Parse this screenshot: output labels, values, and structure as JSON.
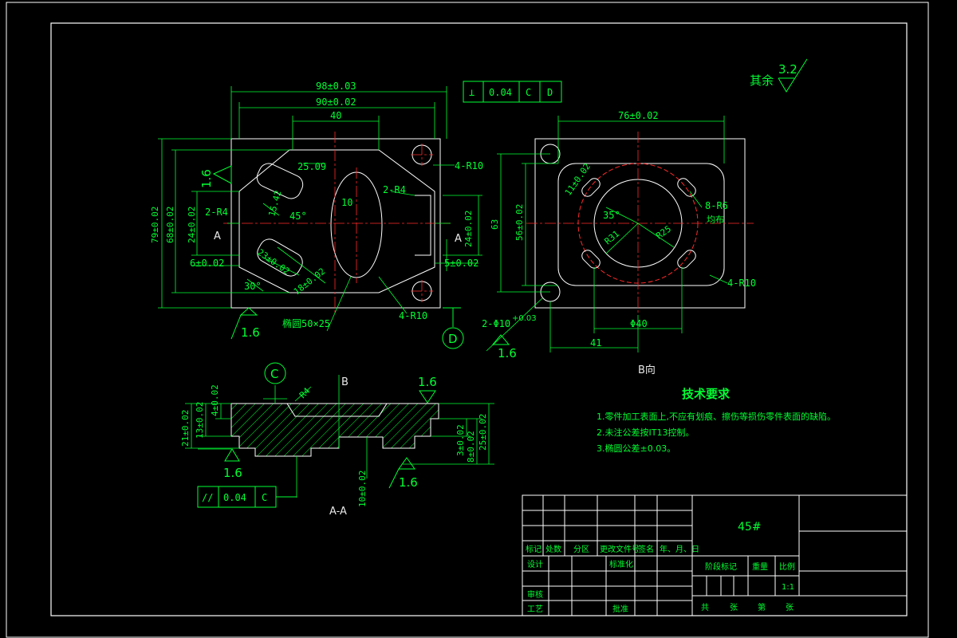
{
  "colors": {
    "background": "#000000",
    "outline": "#ffffff",
    "dimension": "#00ff33",
    "centerline": "#ff2a2a",
    "hatch": "#00ff33"
  },
  "roughness_general": {
    "label": "其余",
    "value": "3.2"
  },
  "front_view": {
    "dims_top": [
      "98±0.03",
      "90±0.02",
      "40"
    ],
    "dims_left": [
      "79±0.02",
      "68±0.02",
      "24±0.02",
      "6±0.02"
    ],
    "dims_right": [
      "24±0.02",
      "5±0.02"
    ],
    "inner": [
      "25.09",
      "2-R4",
      "2-R4",
      "15.42",
      "45°",
      "10",
      "23±0.02",
      "18±0.02",
      "30°"
    ],
    "callouts": [
      "4-R10",
      "4-R10",
      "椭圆50×25"
    ],
    "section_marks": [
      "A",
      "A"
    ],
    "roughness": [
      "1.6",
      "1.6"
    ],
    "datum": "D",
    "tolerance_frame": {
      "symbol": "⊥",
      "value": "0.04",
      "datum1": "C",
      "datum2": "D"
    }
  },
  "b_view": {
    "dims": [
      "76±0.02",
      "63",
      "56±0.02",
      "11±0.02",
      "35°",
      "R31",
      "R25",
      "Φ40",
      "41"
    ],
    "callouts": [
      "8-R6",
      "均布",
      "4-R10",
      "2-Φ10"
    ],
    "hole_tol": "+0.03",
    "roughness": "1.6",
    "caption": "B向"
  },
  "section_view": {
    "datum": "C",
    "view_mark": "B",
    "dims_left": [
      "21±0.02",
      "13±0.02",
      "4±0.02"
    ],
    "dims_right": [
      "3±0.02",
      "8±0.02",
      "25±0.02"
    ],
    "dim_bottom": "10±0.02",
    "radius": "R4",
    "roughness": [
      "1.6",
      "1.6",
      "1.6"
    ],
    "tolerance_frame": {
      "symbol": "//",
      "value": "0.04",
      "datum": "C"
    },
    "caption": "A-A"
  },
  "tech_req": {
    "title": "技术要求",
    "items": [
      "1.零件加工表面上,不应有划痕、擦伤等损伤零件表面的缺陷。",
      "2.未注公差按IT13控制。",
      "3.椭圆公差±0.03。"
    ]
  },
  "title_block": {
    "material": "45#",
    "header": [
      "标记",
      "处数",
      "分区",
      "更改文件号",
      "签名",
      "年、月、日"
    ],
    "row_design": [
      "设计",
      "标准化"
    ],
    "row_review": "审核",
    "row_process": [
      "工艺",
      "批准"
    ],
    "stage": [
      "阶段标记",
      "重量",
      "比例"
    ],
    "scale": "1:1",
    "sheet": [
      "共",
      "张",
      "第",
      "张"
    ]
  }
}
